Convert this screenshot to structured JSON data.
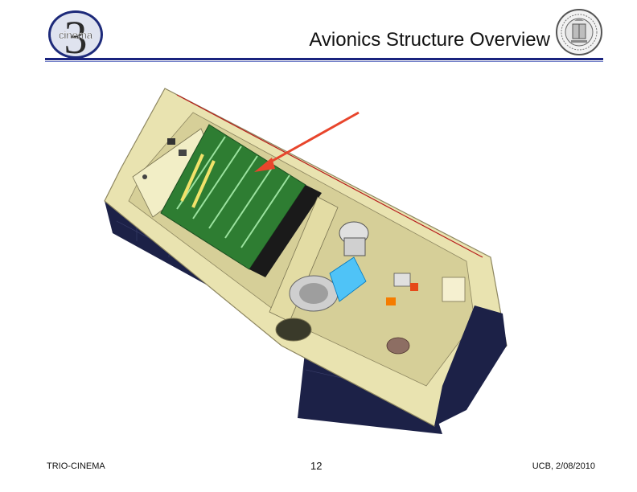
{
  "slide": {
    "title": "Avionics Structure Overview",
    "footer_left": "TRIO-CINEMA",
    "page_number": "12",
    "footer_right": "UCB, 2/08/2010"
  },
  "logos": {
    "left": {
      "icon": "cinema-3-logo",
      "text": "cinema"
    },
    "right": {
      "icon": "uc-seal-logo"
    }
  },
  "figure": {
    "icon": "satellite-cad-model",
    "arrow_color": "#e8452c"
  },
  "colors": {
    "title_rule": "#1a237e",
    "frame": "#e9e3b0",
    "solar_panel": "#1c2147",
    "circuit_board": "#2e7d32"
  }
}
